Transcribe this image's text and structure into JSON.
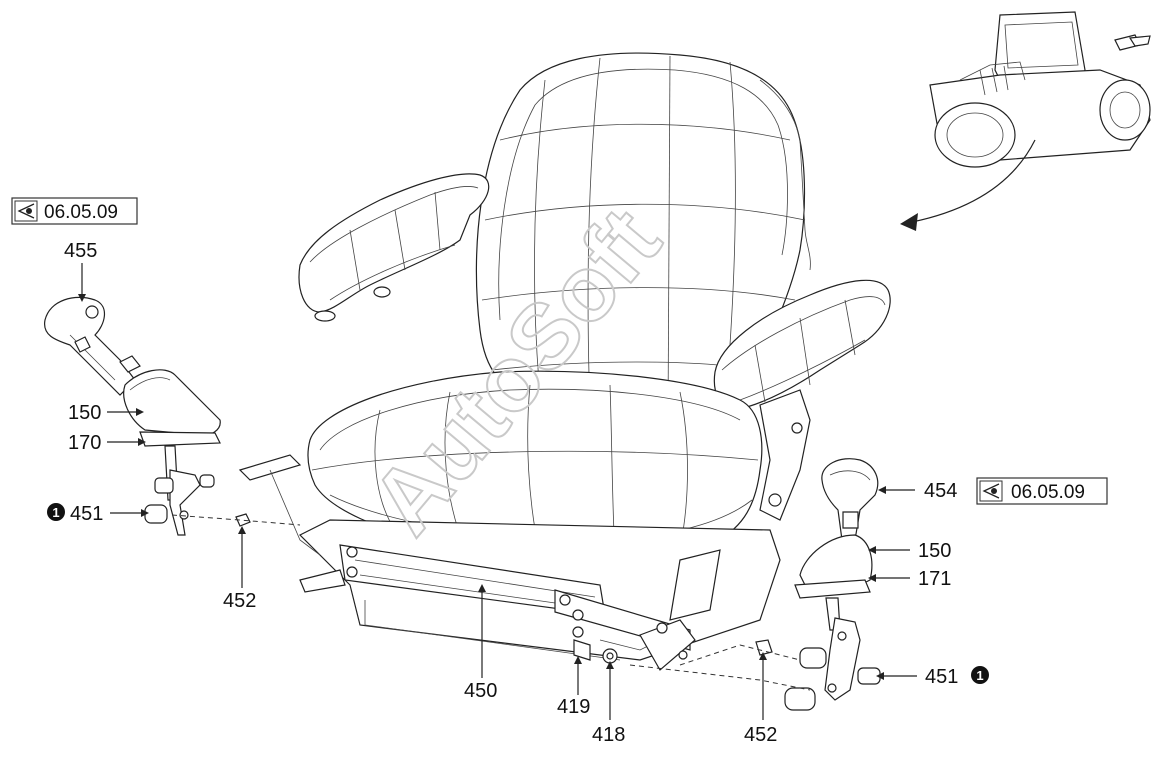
{
  "watermark": "AutoSoft",
  "references": [
    {
      "id": "ref-left",
      "text": "06.05.09",
      "icon": "eye-view-icon"
    },
    {
      "id": "ref-right",
      "text": "06.05.09",
      "icon": "eye-view-icon"
    }
  ],
  "callouts": {
    "c455": "455",
    "c150_left": "150",
    "c170": "170",
    "c451_left": "451",
    "c452_left": "452",
    "c450": "450",
    "c419": "419",
    "c418": "418",
    "c452_right": "452",
    "c454": "454",
    "c150_right": "150",
    "c171": "171",
    "c451_right": "451"
  },
  "notes": {
    "marker_left": "1",
    "marker_right": "1"
  }
}
